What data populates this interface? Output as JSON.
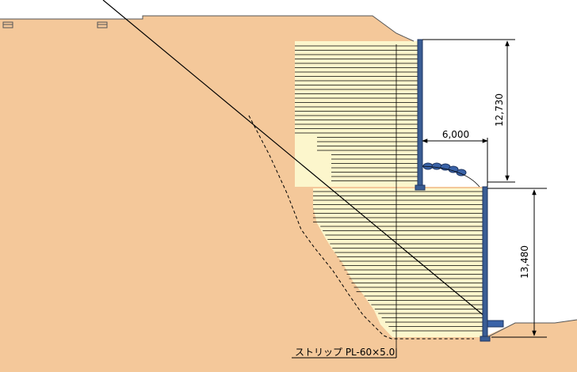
{
  "diagram": {
    "dimensions": {
      "upper_wall_height": "12,730",
      "bench_width": "6,000",
      "lower_wall_height": "13,480"
    },
    "strip_label": "ストリップ PL-60×5.0",
    "colors": {
      "ground": "#F4C89A",
      "reinforced_fill": "#FCF6CC",
      "wall_panel": "#3A5D94",
      "gabion": "#3A63A8",
      "line": "#000000"
    }
  }
}
